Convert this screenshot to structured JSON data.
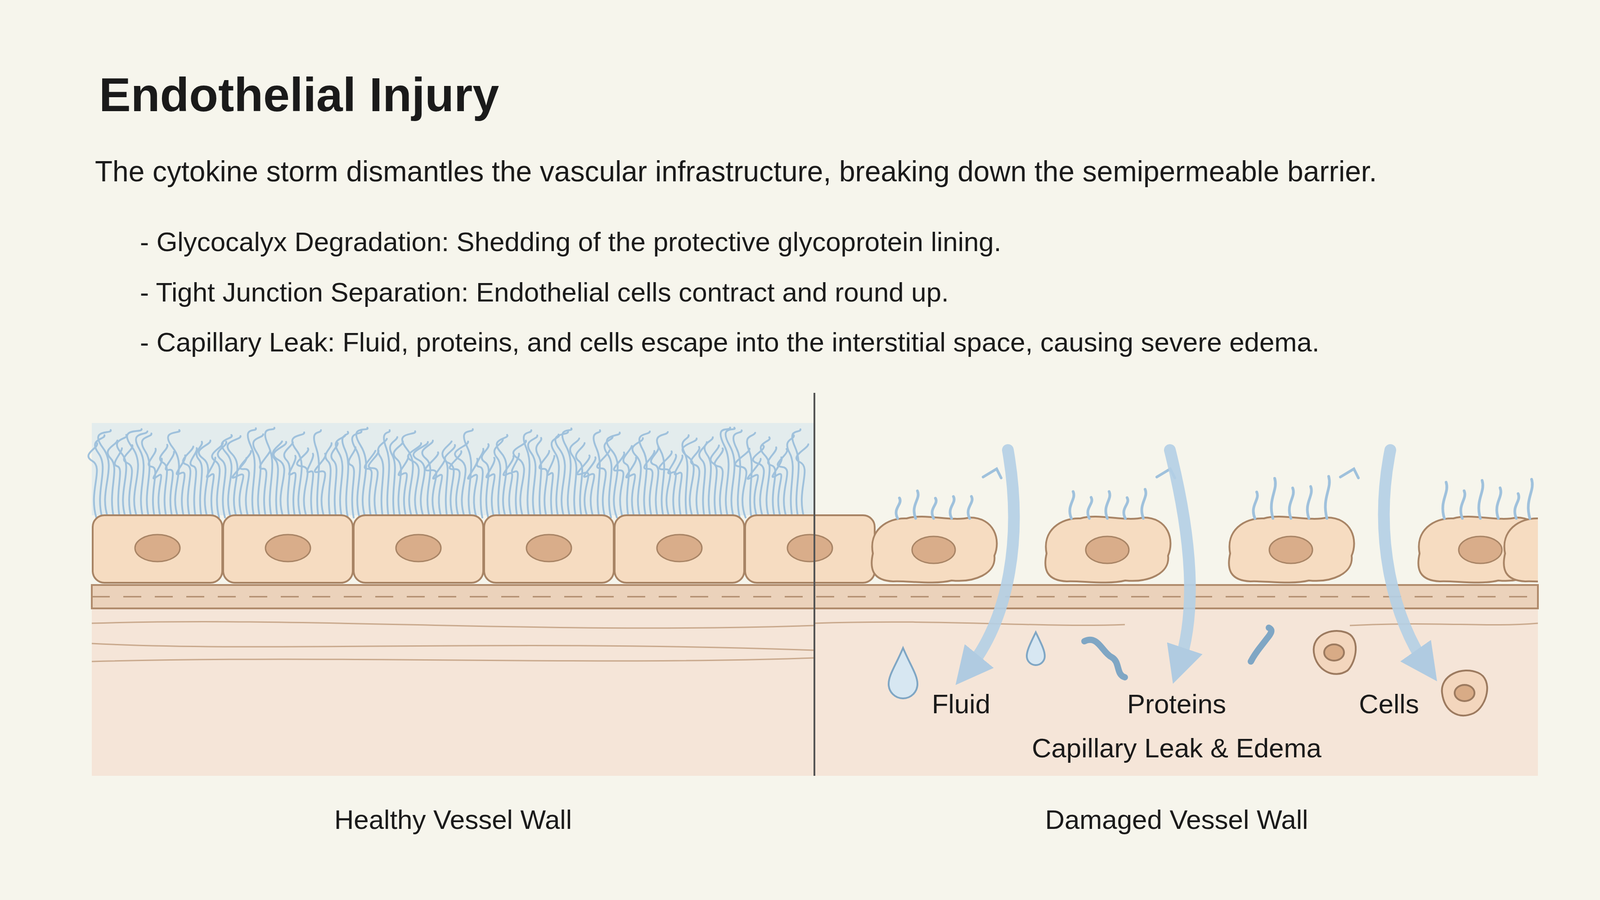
{
  "diagram": {
    "title": "Endothelial Injury",
    "labels": [
      "The cytokine storm dismantles the vascular infrastructure, breaking down the semipermeable barrier.",
      "- Glycocalyx Degradation: Shedding of the protective glycoprotein lining.",
      "- Tight Junction Separation: Endothelial cells contract and round up.",
      "- Capillary Leak: Fluid, proteins, and cells escape into the interstitial space, causing severe edema.",
      "Fluid",
      "Proteins",
      "Cells",
      "Capillary Leak & Edema",
      "Healthy Vessel Wall",
      "Damaged Vessel Wall"
    ]
  }
}
